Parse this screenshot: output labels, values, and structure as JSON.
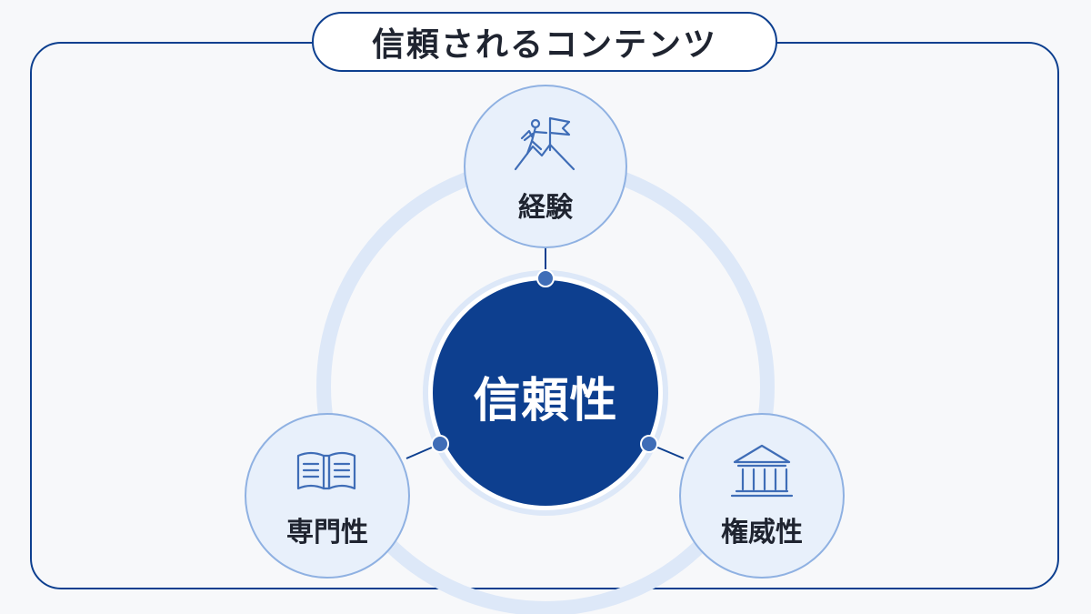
{
  "title": "信頼されるコンテンツ",
  "center": {
    "label": "信頼性"
  },
  "nodes": {
    "top": {
      "label": "経験",
      "icon": "mountain-climber-flag-icon"
    },
    "left": {
      "label": "専門性",
      "icon": "open-book-icon"
    },
    "right": {
      "label": "権威性",
      "icon": "institution-building-icon"
    }
  },
  "colors": {
    "navy": "#0d3f8f",
    "ring": "#dde8f8",
    "node_fill": "#e8f0fb",
    "node_stroke": "#8fb1e2",
    "icon_stroke": "#3f6db7"
  }
}
